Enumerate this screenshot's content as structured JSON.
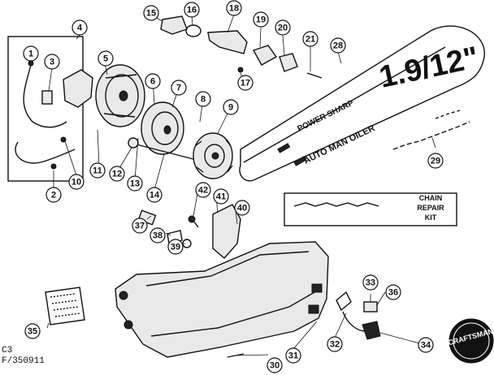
{
  "callouts": [
    "1",
    "2",
    "3",
    "4",
    "5",
    "6",
    "7",
    "8",
    "9",
    "10",
    "11",
    "12",
    "13",
    "14",
    "15",
    "16",
    "17",
    "18",
    "19",
    "20",
    "21",
    "28",
    "29",
    "30",
    "31",
    "32",
    "33",
    "34",
    "35",
    "36",
    "37",
    "38",
    "39",
    "40",
    "41",
    "42"
  ],
  "bar": {
    "size_text": "1.9/12\"",
    "brand_text": "POWER SHARP",
    "oiler_text": "AUTO MAN OILER"
  },
  "repair_kit": {
    "line1": "CHAIN",
    "line2": "REPAIR",
    "line3": "KIT"
  },
  "logo": {
    "text": "CRAFTSMAN"
  },
  "footer": {
    "code1": "C3",
    "code2": "F/350911"
  }
}
